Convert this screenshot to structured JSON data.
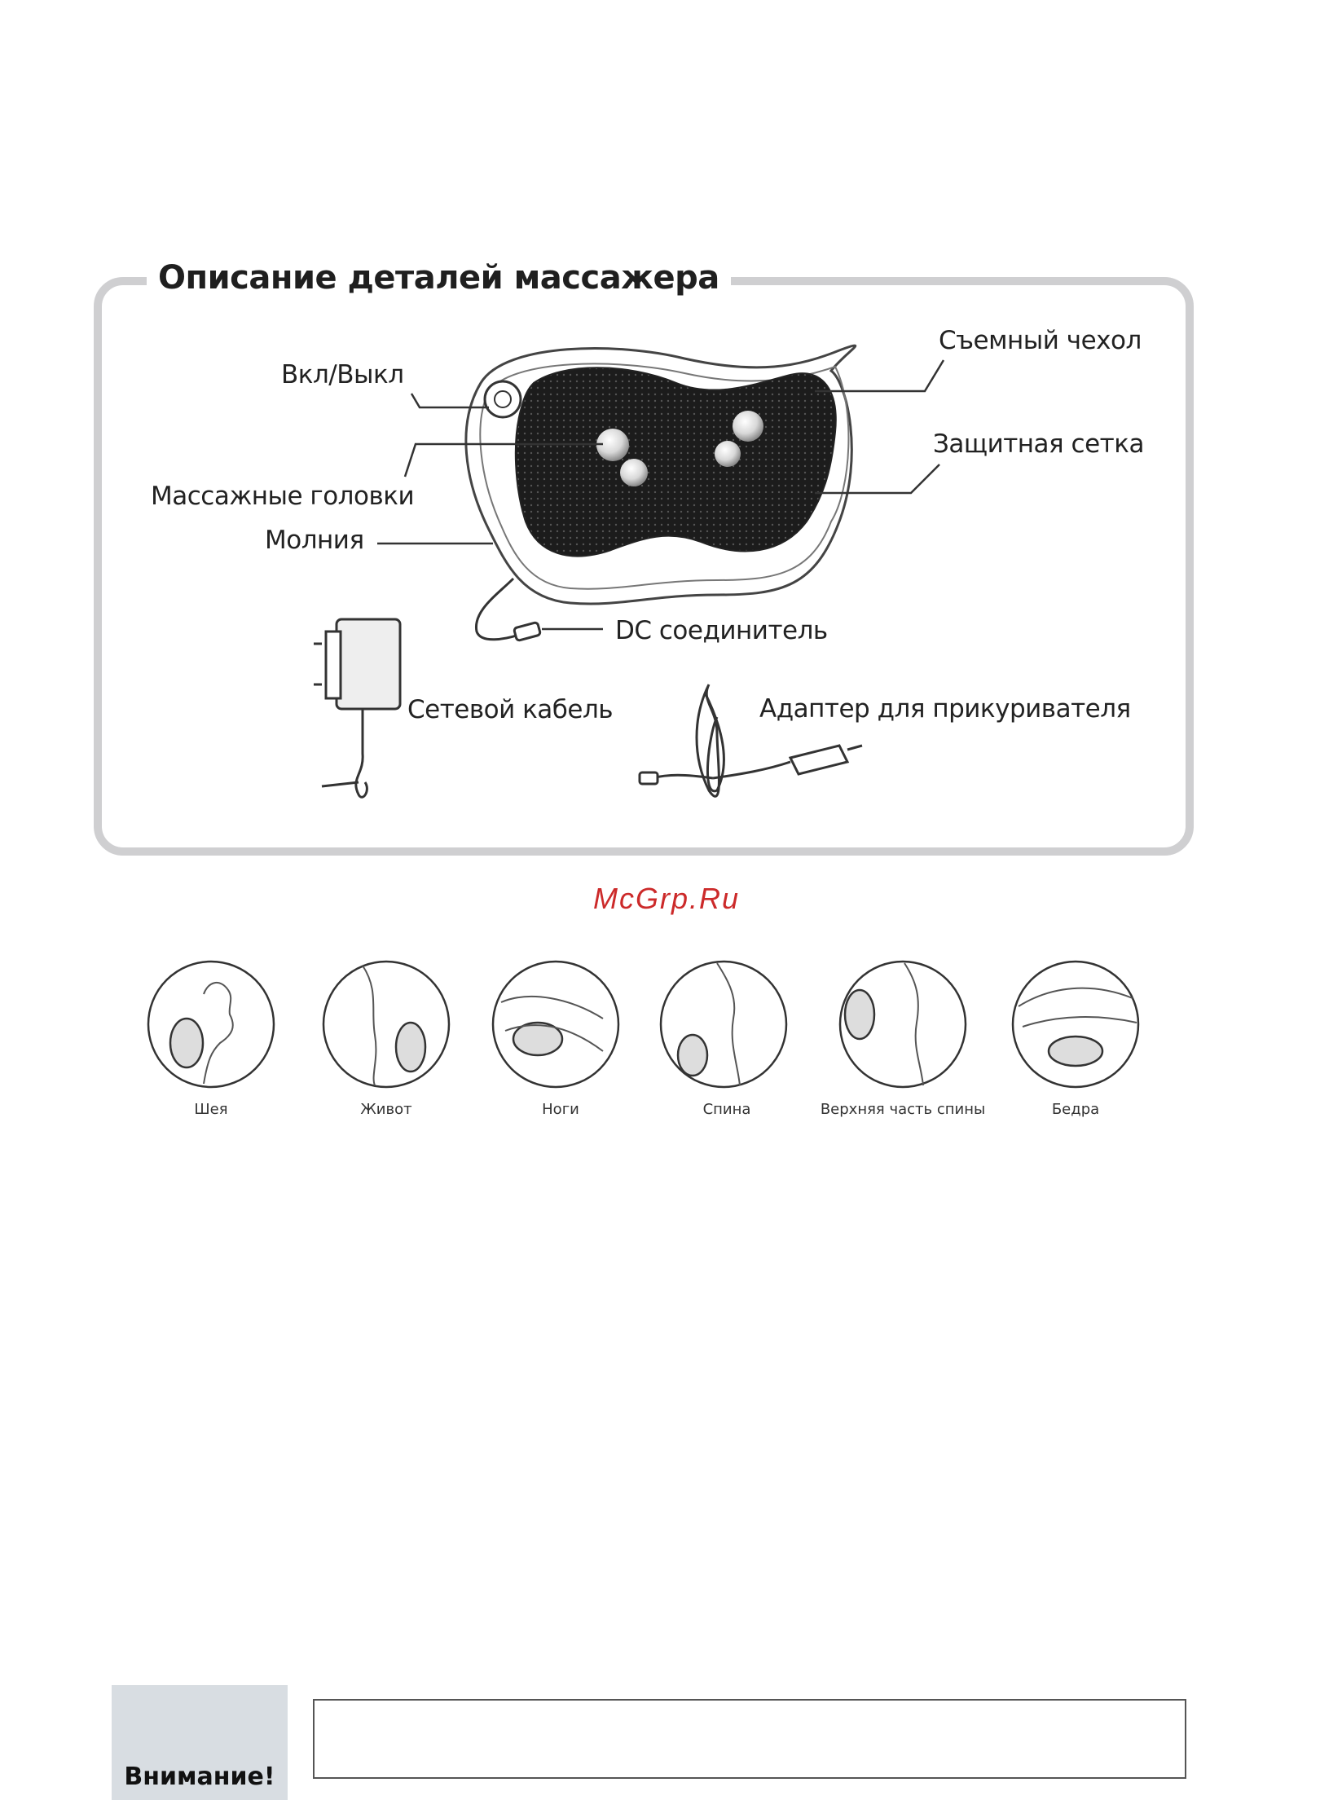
{
  "section_title": "Описание деталей массажера",
  "labels": {
    "power": "Вкл/Выкл",
    "cover": "Съемный чехол",
    "mesh": "Защитная  сетка",
    "heads": "Массажные головки",
    "zipper": "Молния",
    "dc": "DC соединитель",
    "mains_cable": "Сетевой кабель",
    "car_adapter": "Адаптер для прикуривателя"
  },
  "watermark": "McGrp.Ru",
  "usage": [
    {
      "label": "Шея"
    },
    {
      "label": "Живот"
    },
    {
      "label": "Ноги"
    },
    {
      "label": "Спина"
    },
    {
      "label": "Верхняя часть спины"
    },
    {
      "label": "Бедра"
    }
  ],
  "warning": {
    "icon": "warning-triangle-icon",
    "label": "Внимание!"
  },
  "colors": {
    "frame": "#cfcfd1",
    "watermark": "#cc2a2a",
    "warning_bg": "#d8dde2"
  }
}
